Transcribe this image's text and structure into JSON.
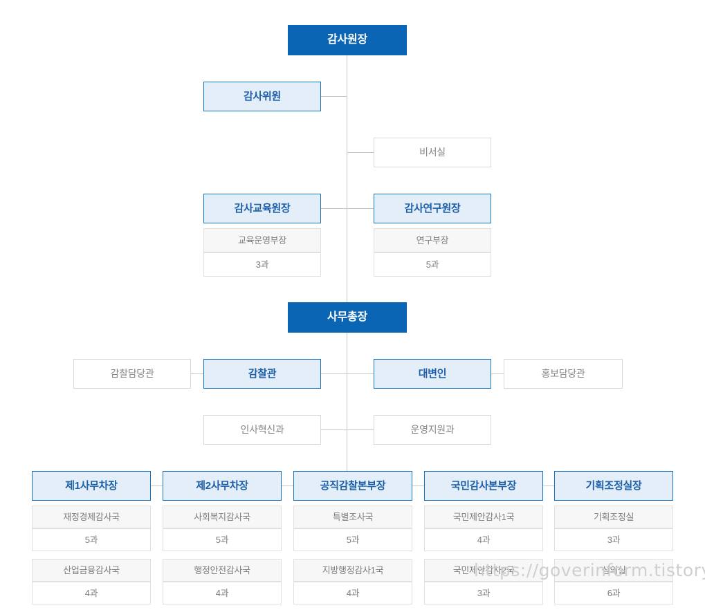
{
  "colors": {
    "primary_fill": "#0a65b5",
    "accent_fill": "#e3eef8",
    "accent_border": "#1673be",
    "accent_text": "#1d5fa8",
    "plain_border": "#d8d8d8",
    "plain_text": "#858585",
    "sub_fill": "#f7f7f7",
    "sub_text": "#7d7d7d",
    "line": "#c6c6c6",
    "watermark": "#cfcfcf"
  },
  "watermark": {
    "text": "https://goverinform.tistory.com"
  },
  "nodes": {
    "chairman": "감사원장",
    "commissioner": "감사위원",
    "secretariat_office": "비서실",
    "education_head": "감사교육원장",
    "research_head": "감사연구원장",
    "secretary_general": "사무총장",
    "inspection_officer": "감찰담당관",
    "inspection_director": "감찰관",
    "spokesperson": "대변인",
    "pr_officer": "홍보담당관",
    "hr_innovation": "인사혁신과",
    "operations_support": "운영지원과"
  },
  "education_branch": {
    "header": "감사교육원장",
    "units": [
      {
        "name": "교육운영부장",
        "count": "3과"
      }
    ]
  },
  "research_branch": {
    "header": "감사연구원장",
    "units": [
      {
        "name": "연구부장",
        "count": "5과"
      }
    ]
  },
  "bottom_columns": [
    {
      "header": "제1사무차장",
      "units": [
        {
          "name": "재정경제감사국",
          "count": "5과"
        },
        {
          "name": "산업금융감사국",
          "count": "4과"
        }
      ]
    },
    {
      "header": "제2사무차장",
      "units": [
        {
          "name": "사회복지감사국",
          "count": "5과"
        },
        {
          "name": "행정안전감사국",
          "count": "4과"
        }
      ]
    },
    {
      "header": "공직감찰본부장",
      "units": [
        {
          "name": "특별조사국",
          "count": "5과"
        },
        {
          "name": "지방행정감사1국",
          "count": "4과"
        }
      ]
    },
    {
      "header": "국민감사본부장",
      "units": [
        {
          "name": "국민제안감사1국",
          "count": "4과"
        },
        {
          "name": "국민제안감사2국",
          "count": "3과"
        }
      ]
    },
    {
      "header": "기획조정실장",
      "units": [
        {
          "name": "기획조정실",
          "count": "3과"
        },
        {
          "name": "심의실",
          "count": "6과"
        }
      ]
    }
  ]
}
